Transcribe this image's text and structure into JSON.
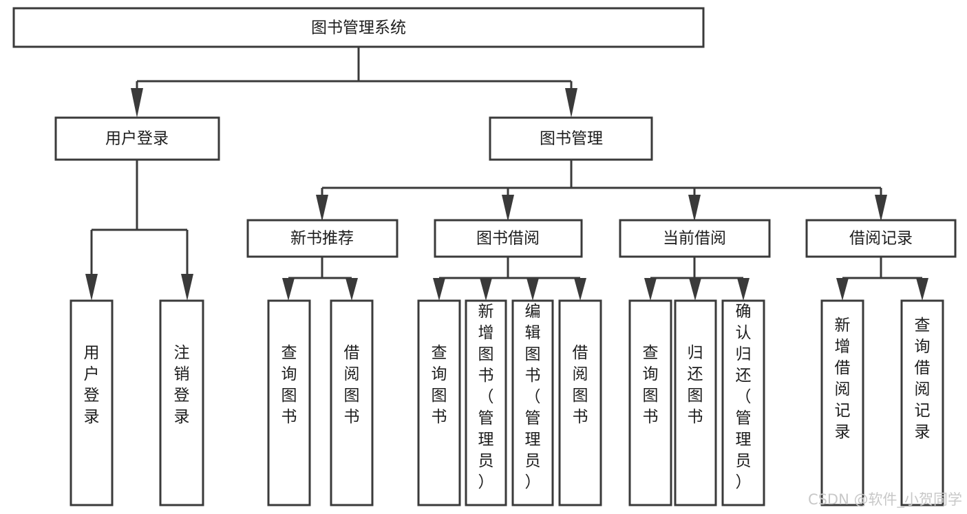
{
  "diagram": {
    "type": "tree-hierarchy-diagram",
    "title": "图书管理系统",
    "orientation": "top-down",
    "colors": {
      "stroke": "#3a3a3a",
      "fill": "#ffffff",
      "text": "#1d1d1d",
      "watermark": "#c8c8c8",
      "background": "#ffffff"
    },
    "root": {
      "label": "图书管理系统"
    },
    "level2": [
      {
        "label": "用户登录"
      },
      {
        "label": "图书管理"
      }
    ],
    "level3": [
      {
        "label": "新书推荐"
      },
      {
        "label": "图书借阅"
      },
      {
        "label": "当前借阅"
      },
      {
        "label": "借阅记录"
      }
    ],
    "leaves": {
      "user_login": [
        {
          "label": "用户登录"
        },
        {
          "label": "注销登录"
        }
      ],
      "new_book_recommend": [
        {
          "label": "查询图书"
        },
        {
          "label": "借阅图书"
        }
      ],
      "book_borrow": [
        {
          "label": "查询图书"
        },
        {
          "label": "新增图书（管理员）"
        },
        {
          "label": "编辑图书（管理员）"
        },
        {
          "label": "借阅图书"
        }
      ],
      "current_borrow": [
        {
          "label": "查询图书"
        },
        {
          "label": "归还图书"
        },
        {
          "label": "确认归还（管理员）"
        }
      ],
      "borrow_record": [
        {
          "label": "新增借阅记录"
        },
        {
          "label": "查询借阅记录"
        }
      ]
    },
    "watermark": "CSDN @软件_小贺同学"
  }
}
